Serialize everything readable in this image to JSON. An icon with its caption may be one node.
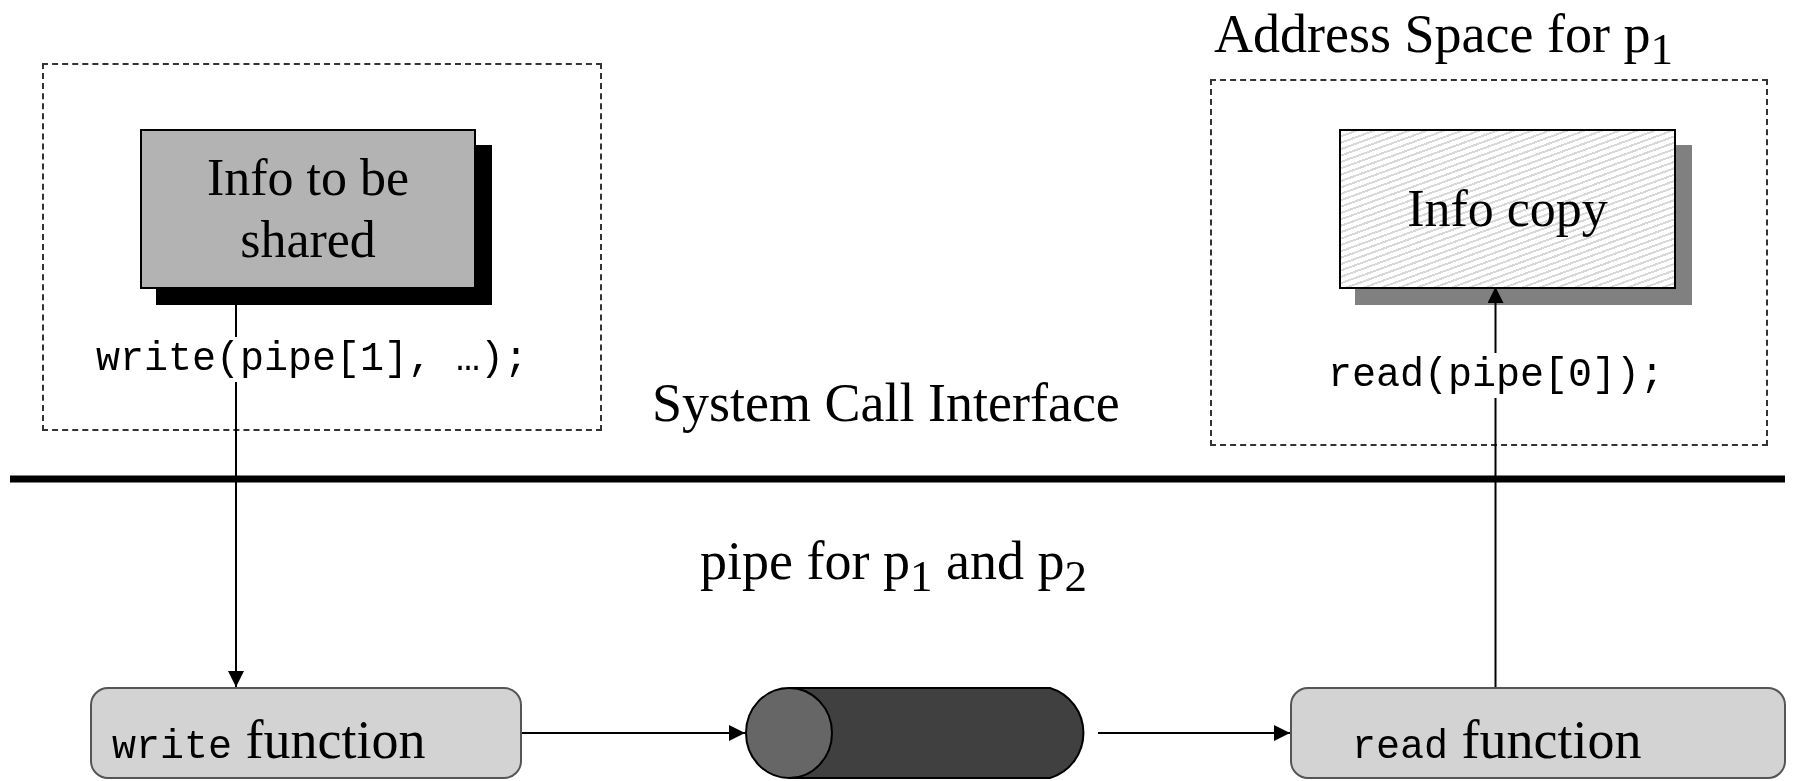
{
  "diagram": {
    "nodes": [
      {
        "text": [
          "write(pipe[1], …);"
        ]
      },
      {
        "text": [
          "Info to be shared"
        ],
        "in": 0
      },
      {
        "text": [
          "Address Space for p$_{1}$",
          "read(pipe[0]);"
        ]
      },
      {
        "text": [
          "Info copy"
        ],
        "in": 2
      },
      {
        "text": [
          "write function"
        ]
      },
      {
        "text": [],
        "shape": "cylinder"
      },
      {
        "text": [
          "read function"
        ]
      }
    ],
    "edges": [
      {
        "from": 1,
        "to": 4,
        "arrow": "to"
      },
      {
        "from": 4,
        "to": 5,
        "arrow": "to"
      },
      {
        "from": 5,
        "to": 6,
        "arrow": "to"
      },
      {
        "from": 6,
        "to": 3,
        "arrow": "to"
      }
    ],
    "labels": [
      "System Call Interface",
      "pipe for p$_{1}$ and p$_{2}$"
    ]
  }
}
